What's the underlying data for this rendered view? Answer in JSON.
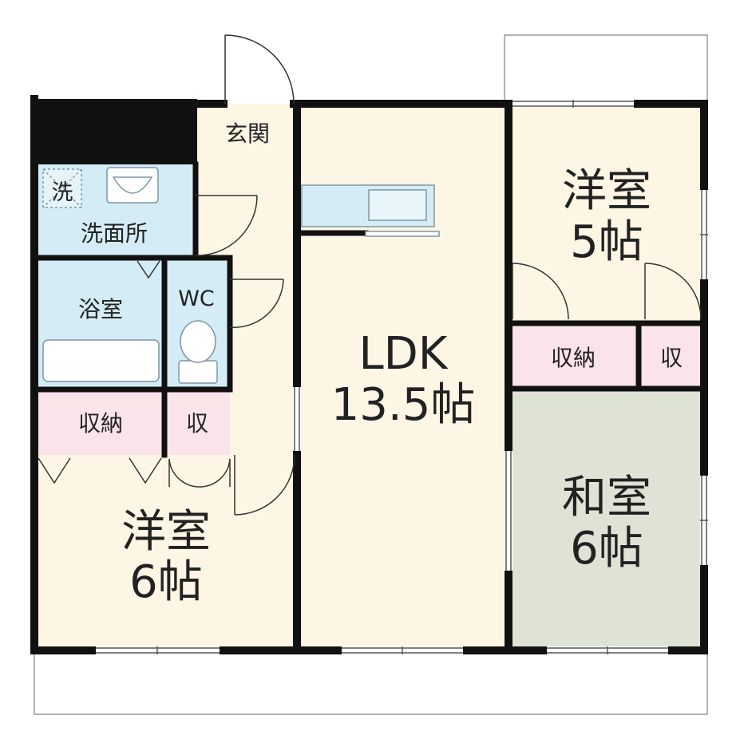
{
  "rooms": {
    "genkan": "玄関",
    "senmenjo": "洗面所",
    "washer": "洗",
    "bath": "浴室",
    "wc": "WC",
    "storage_left": "収納",
    "storage_left_small": "収",
    "western_room_left_name": "洋室",
    "western_room_left_size": "6帖",
    "ldk_name": "LDK",
    "ldk_size": "13.5帖",
    "western_room_right_name": "洋室",
    "western_room_right_size": "5帖",
    "storage_right": "収納",
    "storage_right_small": "収",
    "japanese_room_name": "和室",
    "japanese_room_size": "6帖"
  },
  "colors": {
    "wall": "#111111",
    "floor_wood": "#fdf6e4",
    "floor_wet": "#d4ecf6",
    "floor_storage": "#fbe3ea",
    "floor_tatami": "#dfe3d6",
    "fixture": "#9fb4c0"
  }
}
